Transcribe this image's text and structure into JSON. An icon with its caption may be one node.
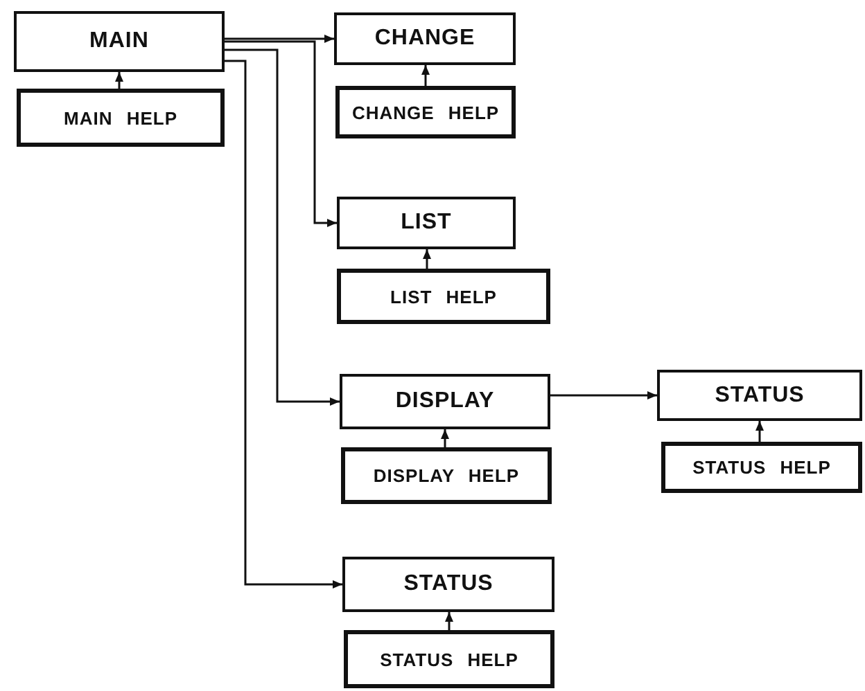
{
  "diagram": {
    "nodes": [
      {
        "text": [
          "MAIN"
        ]
      },
      {
        "text": [
          "MAIN HELP"
        ]
      },
      {
        "text": [
          "CHANGE"
        ]
      },
      {
        "text": [
          "CHANGE HELP"
        ]
      },
      {
        "text": [
          "LIST"
        ]
      },
      {
        "text": [
          "LIST HELP"
        ]
      },
      {
        "text": [
          "DISPLAY"
        ]
      },
      {
        "text": [
          "DISPLAY HELP"
        ]
      },
      {
        "text": [
          "STATUS"
        ]
      },
      {
        "text": [
          "STATUS HELP"
        ]
      },
      {
        "text": [
          "STATUS"
        ]
      },
      {
        "text": [
          "STATUS HELP"
        ]
      }
    ],
    "edges": [
      {
        "from": 0,
        "to": 2,
        "arrow": "to"
      },
      {
        "from": 0,
        "to": 4,
        "arrow": "to"
      },
      {
        "from": 0,
        "to": 6,
        "arrow": "to"
      },
      {
        "from": 0,
        "to": 10,
        "arrow": "to"
      },
      {
        "from": 6,
        "to": 8,
        "arrow": "to"
      },
      {
        "from": 1,
        "to": 0,
        "arrow": "to"
      },
      {
        "from": 3,
        "to": 2,
        "arrow": "to"
      },
      {
        "from": 5,
        "to": 4,
        "arrow": "to"
      },
      {
        "from": 7,
        "to": 6,
        "arrow": "to"
      },
      {
        "from": 9,
        "to": 8,
        "arrow": "to"
      },
      {
        "from": 11,
        "to": 10,
        "arrow": "to"
      }
    ]
  }
}
